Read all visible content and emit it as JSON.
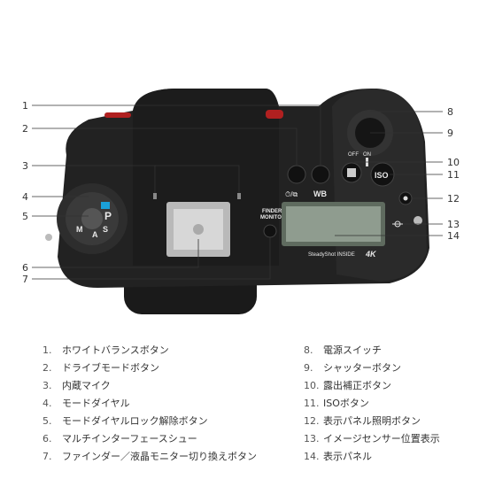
{
  "callouts": [
    "1",
    "2",
    "3",
    "4",
    "5",
    "6",
    "7",
    "8",
    "9",
    "10",
    "11",
    "12",
    "13",
    "14"
  ],
  "camera_labels": {
    "wb": "WB",
    "drive": "⏱/⧉",
    "finder1": "FINDER/",
    "finder2": "MONITOR",
    "iso": "ISO",
    "off": "OFF",
    "on": "ON",
    "steadyshot": "SteadyShot INSIDE",
    "fourk": "4K",
    "dial_p": "P",
    "dial_s": "S",
    "dial_m": "M",
    "dial_a": "A"
  },
  "legend": [
    {
      "n": "1.",
      "text": "ホワイトバランスボタン"
    },
    {
      "n": "2.",
      "text": "ドライブモードボタン"
    },
    {
      "n": "3.",
      "text": "内蔵マイク"
    },
    {
      "n": "4.",
      "text": "モードダイヤル"
    },
    {
      "n": "5.",
      "text": "モードダイヤルロック解除ボタン"
    },
    {
      "n": "6.",
      "text": "マルチインターフェースシュー"
    },
    {
      "n": "7.",
      "text": "ファインダー／液晶モニター切り換えボタン"
    },
    {
      "n": "8.",
      "text": "電源スイッチ"
    },
    {
      "n": "9.",
      "text": "シャッターボタン"
    },
    {
      "n": "10.",
      "text": "露出補正ボタン"
    },
    {
      "n": "11.",
      "text": "ISOボタン"
    },
    {
      "n": "12.",
      "text": "表示パネル照明ボタン"
    },
    {
      "n": "13.",
      "text": "イメージセンサー位置表示"
    },
    {
      "n": "14.",
      "text": "表示パネル"
    }
  ]
}
